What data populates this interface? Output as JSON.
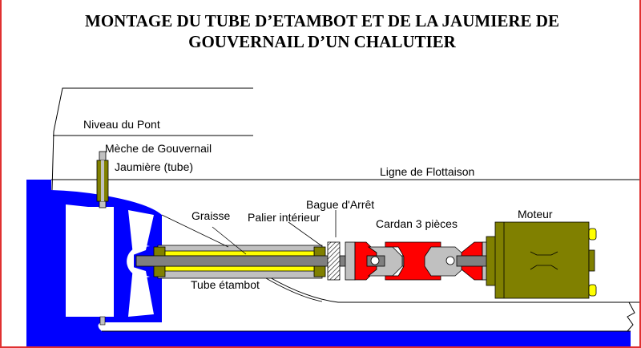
{
  "title": {
    "line1": "MONTAGE DU TUBE D’ETAMBOT ET DE LA JAUMIERE DE",
    "line2": "GOUVERNAIL D’UN CHALUTIER"
  },
  "labels": {
    "deck": "Niveau du Pont",
    "rudder_stock": "Mèche de Gouvernail",
    "rudder_trunk": "Jaumière (tube)",
    "waterline": "Ligne de Flottaison",
    "grease": "Graisse",
    "inner_bearing": "Palier intérieur",
    "stop_ring": "Bague d'Arrêt",
    "cardan": "Cardan 3 pièces",
    "engine": "Moteur",
    "stern_tube": "Tube étambot"
  },
  "colors": {
    "hull": "#0000ff",
    "bronze": "#808000",
    "grease": "#ffff00",
    "cardan": "#ff0000",
    "steel": "#c0c0c0",
    "shaft": "#808080",
    "frame": "#e03030"
  }
}
